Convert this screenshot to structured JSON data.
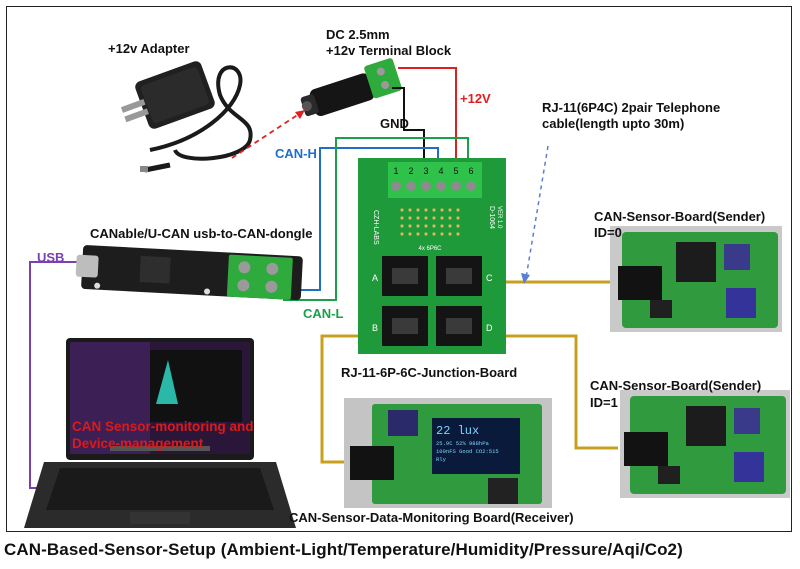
{
  "labels": {
    "adapter": "+12v Adapter",
    "dc_jack_line1": "DC 2.5mm",
    "dc_jack_line2": "+12v Terminal Block",
    "v12": "+12V",
    "gnd": "GND",
    "can_h": "CAN-H",
    "can_l": "CAN-L",
    "usb": "USB",
    "cable_line1": "RJ-11(6P4C) 2pair Telephone",
    "cable_line2": "cable(length upto 30m)",
    "dongle": "CANable/U-CAN usb-to-CAN-dongle",
    "junction": "RJ-11-6P-6C-Junction-Board",
    "sender0_line1": "CAN-Sensor-Board(Sender)",
    "sender0_line2": "ID=0",
    "sender1_line1": "CAN-Sensor-Board(Sender)",
    "sender1_line2": "ID=1",
    "receiver": "CAN-Sensor-Data-Monitoring Board(Receiver)",
    "laptop_line1": "CAN Sensor-monitoring and",
    "laptop_line2": "Device-management"
  },
  "board_text": {
    "terminal_numbers": [
      "1",
      "2",
      "3",
      "4",
      "5",
      "6"
    ],
    "vendor": "CZH-LABS",
    "model": "D-1064",
    "version": "VER 1.0",
    "pin_header": "4x 6P6C",
    "port_a": "A",
    "port_b": "B",
    "port_c": "C",
    "port_d": "D"
  },
  "oled": {
    "line1": "22 lux",
    "line2": "25.9C  52%  988hPa",
    "line3": "100nFS  Good CO2:515",
    "line4": "Rly"
  },
  "caption": "CAN-Based-Sensor-Setup (Ambient-Light/Temperature/Humidity/Pressure/Aqi/Co2)",
  "colors": {
    "v12_wire": "#e02020",
    "gnd_wire": "#111111",
    "can_h_wire": "#1f6fc9",
    "can_l_wire": "#1aa04a",
    "usb_wire": "#7a3fb0",
    "rj11_cable": "#c8a020",
    "pcb_green": "#1f9a3a",
    "dashed_link": "#5a7fd0"
  }
}
